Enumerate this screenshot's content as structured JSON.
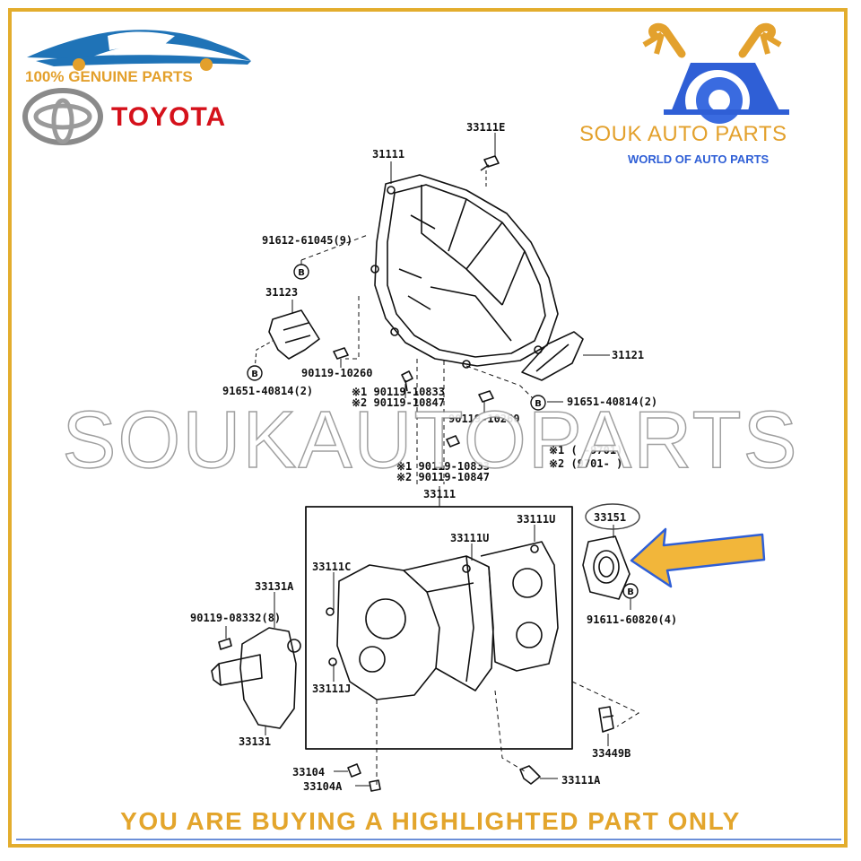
{
  "branding": {
    "genuine_label": "100% GENUINE PARTS",
    "toyota_label": "TOYOTA",
    "store_name": "SOUK AUTO PARTS",
    "store_tagline": "WORLD OF AUTO PARTS",
    "watermark": "SOUKAUTOPARTS",
    "accent_color": "#e3ad2d",
    "toyota_red": "#d5111b",
    "tagline_blue": "#2f5fd6"
  },
  "footer": {
    "notice": "YOU ARE BUYING A HIGHLIGHTED PART ONLY"
  },
  "diagram": {
    "highlighted_part": "33151",
    "callouts": {
      "c33111e": "33111E",
      "c31111": "31111",
      "c91612": "91612-61045(9)",
      "c31123": "31123",
      "c90119_10260_left": "90119-10260",
      "c91651_left": "91651-40814(2)",
      "c90119_10833_a": "※1 90119-10833",
      "c90119_10847_a": "※2 90119-10847",
      "c90119_10260_mid": "90119-10260",
      "c31121": "31121",
      "c91651_right": "91651-40814(2)",
      "c9701_a": "※1 (   -9701)",
      "c9701_b": "※2 (9701-   )",
      "c90119_10833_b": "※1 90119-10833",
      "c90119_10847_b": "※2 90119-10847",
      "c33111_box": "33111",
      "c33111u_right": "33111U",
      "c33111u_mid": "33111U",
      "c33111c": "33111C",
      "c33131a": "33131A",
      "c90119_08332": "90119-08332(8)",
      "c33111j": "33111J",
      "c33131": "33131",
      "c33151": "33151",
      "c91611": "91611-60820(4)",
      "c33449b": "33449B",
      "c33104": "33104",
      "c33104a": "33104A",
      "c33111a": "33111A"
    }
  }
}
